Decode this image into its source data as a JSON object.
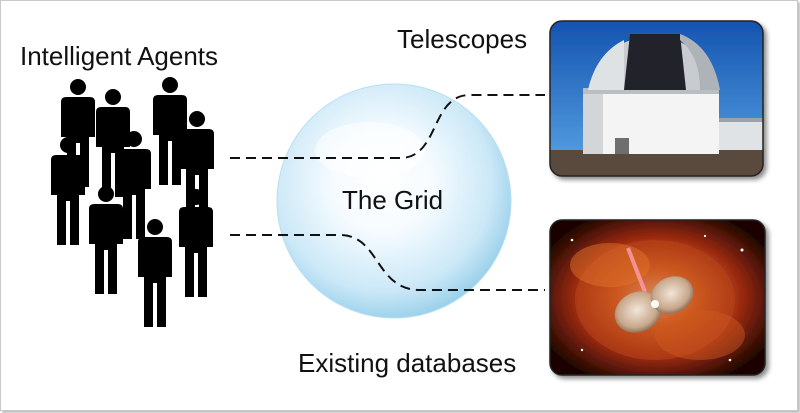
{
  "labels": {
    "agents": "Intelligent Agents",
    "telescopes": "Telescopes",
    "grid": "The Grid",
    "databases": "Existing databases"
  },
  "icons": {
    "agents": "people-crowd-icon",
    "grid": "sphere",
    "telescopes": "observatory-dome-photo",
    "databases": "nebula-photo"
  },
  "colors": {
    "people": "#000000",
    "sphere_light": "#ffffff",
    "sphere_dark": "#8fcbe8",
    "sky": "#1e6fc2",
    "nebula": "#c8471a"
  }
}
